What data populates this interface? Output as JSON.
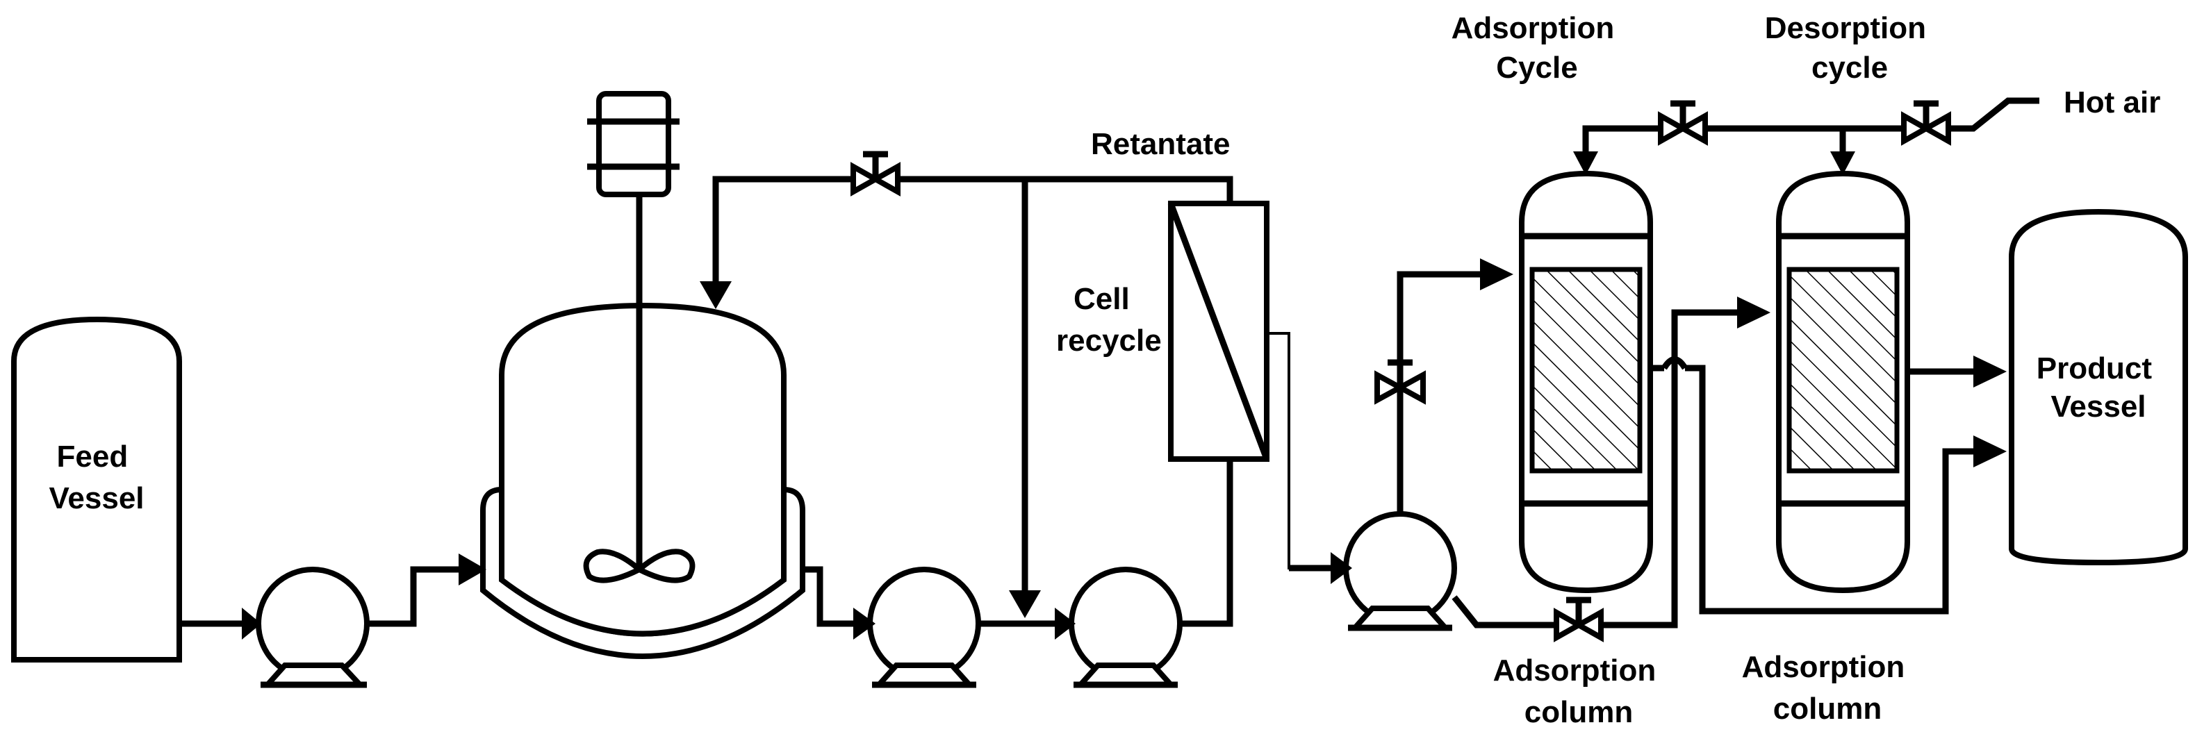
{
  "labels": {
    "feed_vessel": [
      "Feed",
      "Vessel"
    ],
    "retantate": "Retantate",
    "cell_recycle": [
      "Cell",
      "recycle"
    ],
    "adsorption_cycle": [
      "Adsorption",
      "Cycle"
    ],
    "desorption_cycle": [
      "Desorption",
      "cycle"
    ],
    "hot_air": "Hot air",
    "product_vessel": [
      "Product",
      "Vessel"
    ],
    "adsorption_column_1": [
      "Adsorption",
      "column"
    ],
    "adsorption_column_2": [
      "Adsorption",
      "column"
    ]
  }
}
